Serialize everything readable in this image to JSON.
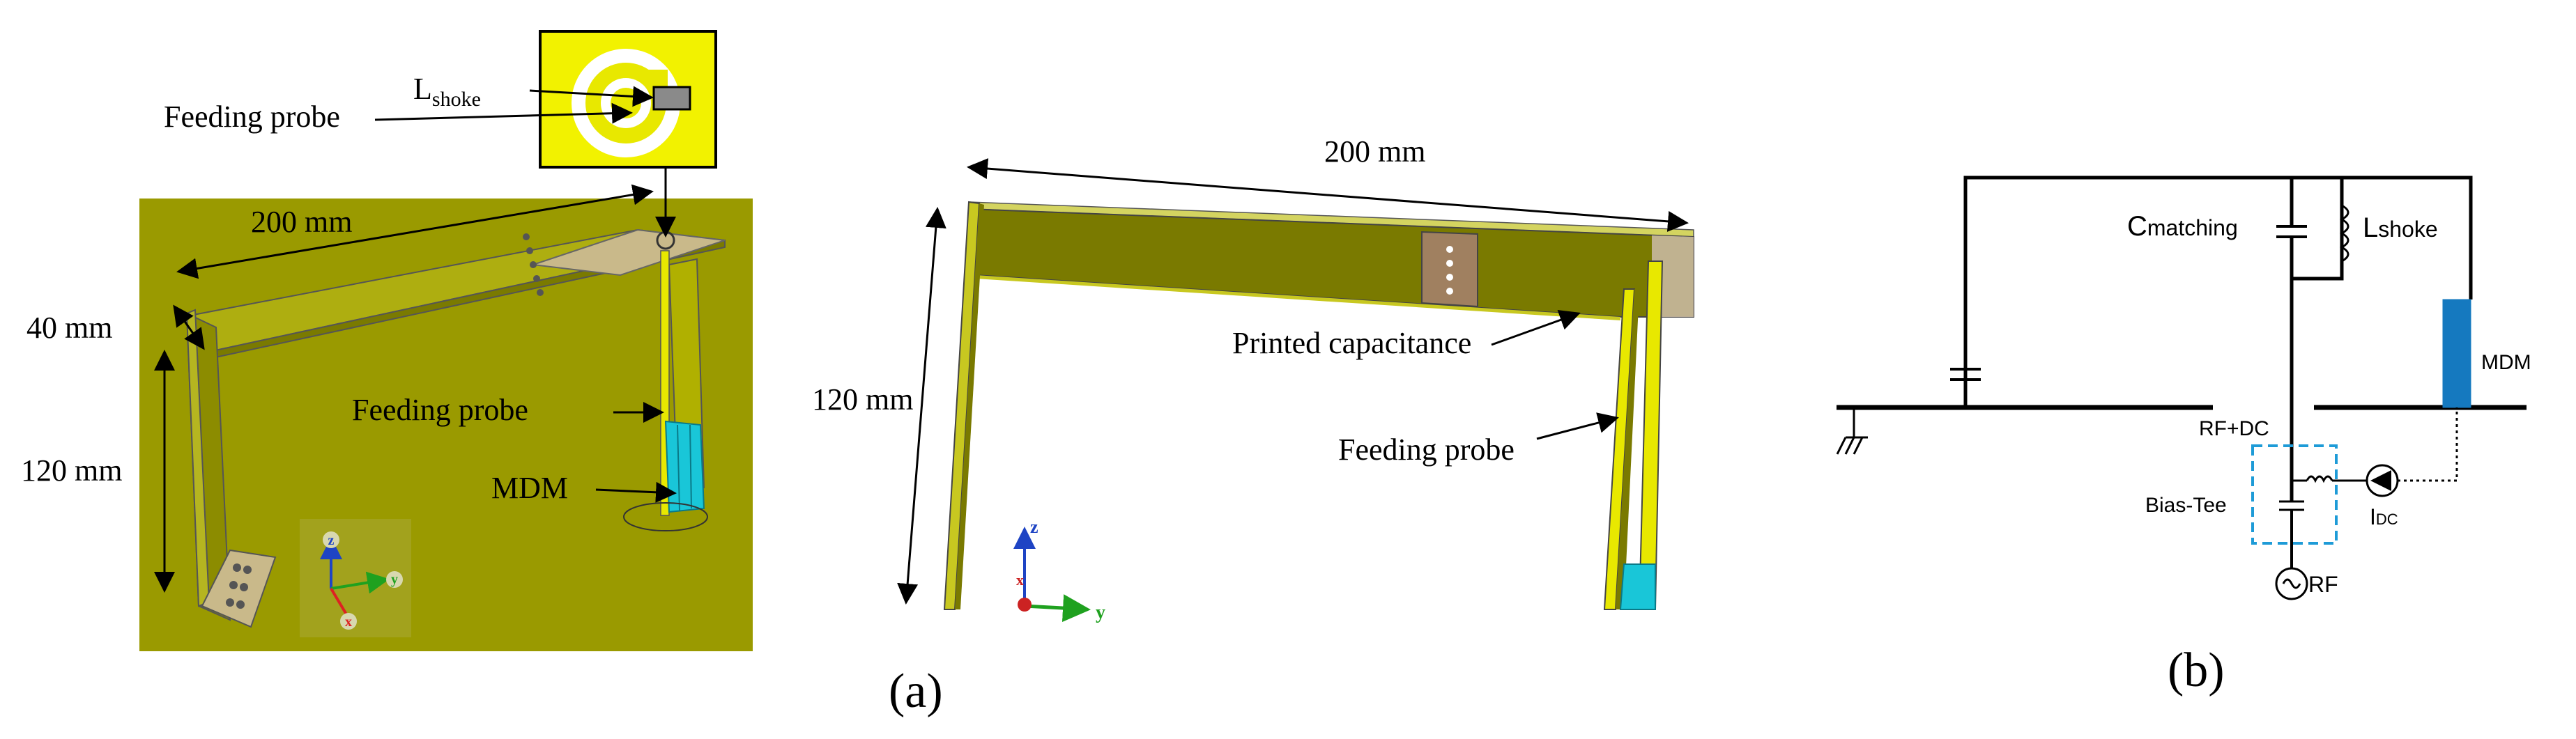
{
  "panel_a": {
    "left_view": {
      "dims": {
        "length": "200 mm",
        "height_outer": "40 mm",
        "height_leg": "120 mm"
      },
      "labels": {
        "feeding_probe_top": "Feeding probe",
        "lshoke_main": "L",
        "lshoke_sub": "shoke",
        "feeding_probe_mid": "Feeding probe",
        "mdm": "MDM"
      },
      "axes": {
        "z": "z",
        "y": "y",
        "x": "x"
      }
    },
    "right_view": {
      "dims": {
        "length": "200 mm",
        "height": "120 mm"
      },
      "labels": {
        "printed_capacitance": "Printed capacitance",
        "feeding_probe": "Feeding probe"
      },
      "axes": {
        "z": "z",
        "y": "y",
        "x": "x"
      }
    },
    "caption": "(a)"
  },
  "panel_b": {
    "labels": {
      "c_main": "C",
      "c_sub": "matching",
      "l_main": "L",
      "l_sub": "shoke",
      "mdm": "MDM",
      "rf_dc": "RF+DC",
      "bias_tee": "Bias-Tee",
      "idc_main": "I",
      "idc_sub": "DC",
      "rf": "RF"
    },
    "caption": "(b)"
  },
  "colors": {
    "olive_bg": "#9a9a00",
    "yellow": "#e8e800",
    "cyan": "#19c6d8",
    "blue_dashed": "#1e9bd7",
    "mdm_blue": "#1579bf"
  }
}
